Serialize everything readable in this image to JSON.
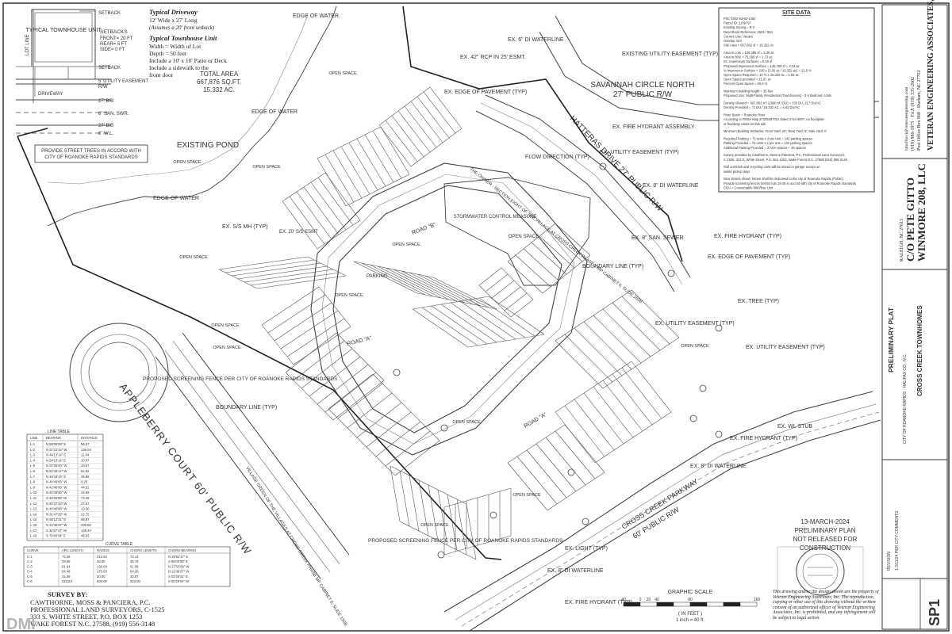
{
  "typical_unit": {
    "title": "TYPICAL TOWNHOUSE UNIT",
    "lot_line": "LOT LINE",
    "setback": "SETBACK",
    "setbacks_title": "SETBACKS",
    "front": "FRONT= 20 FT",
    "rear": "REAR= 5 FT",
    "side": "SIDE= 0 FT",
    "driveway": "DRIVEWAY",
    "rw": "R/W",
    "utility_easement": "5' UTILITY EASEMENT",
    "bb1": "27' B/B",
    "san_swr": "8\" SAN. SWR.",
    "bb2": "27' B/B",
    "wl": "6\" W.L."
  },
  "notes": {
    "driveway_title": "Typical Driveway",
    "driveway_1": "12' Wide x 27' Long",
    "driveway_2": "(Assumes a 20' front setback)",
    "unit_title": "Typical Townhouse Unit",
    "unit_1": "Width = Width of Lot",
    "unit_2": "Depth = 50 feet",
    "unit_3": "Include a 10' x 10' Patio or Deck",
    "unit_4": "Include a sidewalk to the",
    "unit_5": "front door",
    "trees_1": "PROVIDE STREET TREES IN ACCORD WITH",
    "trees_2": "CITY OF ROANOKE RAPIDS STANDARDS"
  },
  "area": {
    "label": "TOTAL AREA",
    "sqft": "667,876 SQ.FT.",
    "ac": "15.332 AC."
  },
  "labels": {
    "existing_pond": "EXISTING POND",
    "edge_water_1": "EDGE OF WATER",
    "edge_water_2": "EDGE OF WATER",
    "edge_water_3": "EDGE OF WATER",
    "savannah_1": "SAVANNAH CIRCLE NORTH",
    "savannah_2": "27' PUBLIC R/W",
    "hatteras": "HATTERAS DRIVE 27' PUBLIC R/W",
    "appleberry": "APPLEBERRY COURT 60' PUBLIC R/W",
    "cross_creek_1": "CROSS CREEK PARKWAY",
    "cross_creek_2": "60' PUBLIC R/W",
    "ex_di_top": "EX. 6\" DI WATERLINE",
    "ex_rcp": "EX. 42\" RCP IN 25' ESMT.",
    "ex_edge_pav": "EX. EDGE OF PAVEMENT (TYP)",
    "ex_fire_1": "EX. FIRE HYDRANT ASSEMBLY",
    "ex_util_1": "EXISTING UTILITY EASEMENT (TYP)",
    "ex_util_2": "EX. UTILITY EASEMENT (TYP)",
    "ex_di_8a": "EX. 8\" DI WATERLINE",
    "flow": "FLOW DIRECTION (TYP)",
    "stormwater": "STORMWATER CONTROL MEASURE",
    "ex_ssmh": "EX. S/S MH (TYP)",
    "ex_ss_esmt": "EX. 20' S/S ESMT",
    "ex_san": "EX. 8\" SAN. SEWER",
    "ex_fire_2": "EX. FIRE HYDRANT (TYP)",
    "ex_edge_pav2": "EX. EDGE OF PAVEMENT (TYP)",
    "ex_tree": "EX. TREE (TYP)",
    "ex_util_3": "EX. UTILITY EASEMENT (TYP)",
    "ex_util_4": "EX. UTILITY EASEMENT (TYP)",
    "boundary_1": "BOUNDARY LINE (TYP)",
    "boundary_2": "BOUNDARY LINE (TYP)",
    "screen_1": "PROPOSED SCREENING FENCE PER CITY OF ROANOKE RAPIDS STANDARDS",
    "screen_2": "PROPOSED SCREENING FENCE PER CITY OF ROANOKE RAPIDS STANDARDS",
    "ex_wl": "EX. WL STUB",
    "ex_fire_3": "EX. FIRE HYDRANT (TYP)",
    "ex_di_8b": "EX. 8\" DI WATERLINE",
    "ex_light": "EX. LIGHT (TYP)",
    "ex_di_8c": "EX. 8\" DI WATERLINE",
    "ex_fire_4": "EX. FIRE HYDRANT (TYP)",
    "village_green": "VILLAGE GREEN OF THE VILLAGES AT CROSS CREEK PHASE MP CABINET 6, SLIDE 150B",
    "section_eight": "THE OWNER - SECTION EIGHT OF THE VILLAGE AT CROSS CREEK PHASE 1 MP CABINET 6, SLIDE 165B",
    "road_a": "ROAD \"A\"",
    "road_b": "ROAD \"B\"",
    "open_space": "OPEN SPACE",
    "parking": "PARKING"
  },
  "site_data": {
    "title": "SITE DATA",
    "lines": [
      "PIN: 0303-53-63-1482",
      "Parcel ID: 1109797",
      "Existing Zoning = R-2",
      "Deed Book Reference: 2943 / 554",
      "Current Use: Vacant",
      "Overlay: N/A",
      "Site Area = 667,862 sf = 15.332 Ac",
      "Area in Lots = 145,395 sf = 3.35 ac",
      "Area in R/W = 75,395 sf = 1.73 ac",
      "Ex. Impervious Surfaces = 0.00 sf",
      "Proposed Impervious Surface = 145,780 sf = 3.34 ac",
      "% Impervious Surface = 100 x (3.35 ac / 15.332 ac) = 21.8 %",
      "Open Space Required = 10 % x 15.332 ac = 1.53 ac",
      "Open Space provided = 15.67 ac",
      "Percent Open Space = 66.6 %",
      "Maximum building height = 35 feet",
      "Proposed Use: Multi-Family Residential (Townhouses) - 3-4 Bedroom Units",
      "Density Allowed = 667,862 sf / (2000 sf / DU) = 333 DU, 217 DU/AC",
      "Density Provided = 71 DU / 15.332 AC = 4.63 DU/AC",
      "River Basin = Roanoke River",
      "According to FEMA Map 3720539700J dated 3-Jul-2007, no floodplain",
      "or floodway exists on this site",
      "Minimum Building Setbacks: Front Yard: 20'; Rear Yard: 5'; Side Yard: 0'",
      "Required Parking = 71 units x 2 per unit = 142 parking spaces",
      "Parking Provided = 71 units x 2 per unit = 142 parking spaces",
      "Additional Parking Provided = 2 ADA spaces + 25 spaces",
      "Survey provided by Cawthorne, Moss & Panciera, P.C. Professional Land Surveyors,",
      "C-1525, 333 S. White Street, P.O. Box 1253, Wake Forest N.C. 27588 (919) 556-3148",
      "Roll out trash and recycling carts will be stored in garage except on",
      "waste pickup days",
      "New streets shown herein shall be dedicated to the city of Roanoke Rapids (Public)",
      "Provide screening fences behind lots 15-26 in accord with city of Roanoke Rapids standards",
      "CDU = Consumable Mid Rise Unit"
    ]
  },
  "line_table": {
    "title": "LINE TABLE",
    "headers": [
      "LINE",
      "BEARING",
      "DISTANCE"
    ],
    "rows": [
      [
        "L-1",
        "N 58'05'08\" E",
        "56.57"
      ],
      [
        "L-2",
        "N 37'22'34\" W",
        "136.04"
      ],
      [
        "L-3",
        "N 44'13'14\" E",
        "11.84"
      ],
      [
        "L-4",
        "N 54'13'14\" E",
        "10.07"
      ],
      [
        "L-5",
        "N 37'05'00\" W",
        "19.67"
      ],
      [
        "L-6",
        "N 52'45'14\" W",
        "81.52"
      ],
      [
        "L-7",
        "N 40'43'14\" E",
        "35.86"
      ],
      [
        "L-8",
        "N 40'49'06\" W",
        "8.25"
      ],
      [
        "L-9",
        "N 42'46'06\" W",
        "44.52"
      ],
      [
        "L-10",
        "N 40'49'06\" W",
        "44.66"
      ],
      [
        "L-11",
        "S 40'46'06\" W",
        "73.46"
      ],
      [
        "L-12",
        "N 40'37'43\" W",
        "27.57"
      ],
      [
        "L-13",
        "N 40'46'06\" W",
        "13.50"
      ],
      [
        "L-14",
        "N 31'47'29\" W",
        "22.75"
      ],
      [
        "L-15",
        "N 58'12'31\" E",
        "98.87"
      ],
      [
        "L-16",
        "N 42'45'37\" W",
        "200.56"
      ],
      [
        "L-17",
        "S 32'47'47\" W",
        "128.40"
      ],
      [
        "L-18",
        "S 79'49'34\" E",
        "46.63"
      ]
    ]
  },
  "curve_table": {
    "title": "CURVE TABLE",
    "headers": [
      "CURVE",
      "ARC LENGTH",
      "RADIUS",
      "CHORD LENGTH",
      "CHORD BEARING"
    ],
    "rows": [
      [
        "C-1",
        "72.28",
        "313.50",
        "72.13",
        "N 29'52'17\" E"
      ],
      [
        "C-2",
        "39.66",
        "25.00",
        "35.78",
        "S 86'00'05\" E"
      ],
      [
        "C-3",
        "61.64",
        "130.00",
        "61.06",
        "N 27'53'09\" W"
      ],
      [
        "C-4",
        "54.48",
        "170.00",
        "54.26",
        "N 22'46'07\" W"
      ],
      [
        "C-5",
        "31.49",
        "30.00",
        "30.07",
        "S 02'46'31\" E"
      ],
      [
        "C-6",
        "223.63",
        "830.00",
        "223.00",
        "S 50'29'04\" W"
      ]
    ]
  },
  "surveyor": {
    "title": "SURVEY BY:",
    "line1": "CAWTHORNE, MOSS & PANCIERA, P.C.",
    "line2": "PROFESSIONAL LAND SURVEYORS, C-1525",
    "line3": "333 S. WHITE STREET, P.O. BOX 1253",
    "line4": "WAKE FOREST N.C. 27588, (919) 556-3148"
  },
  "stamp": {
    "date": "13-MARCH-2024",
    "line1": "PRELIMINARY PLAN",
    "line2": "NOT RELEASED FOR",
    "line3": "CONSTRUCTION"
  },
  "scale": {
    "title": "GRAPHIC SCALE",
    "unit": "( IN FEET )",
    "ratio": "1 inch = 40 ft.",
    "ticks": [
      "40",
      "0",
      "20",
      "40",
      "80",
      "160"
    ]
  },
  "disclaimer": "This drawing and/or the design shown are the property of Veteran Engineering Associates, Inc. The reproduction, copying or other use of this drawing without the written consent of an authorized officer of Veteran Engineering Associates, Inc. is prohibited, and any infringement will be subject to legal action.",
  "title_block": {
    "firm": "VETERAN ENGINEERING ASSOCIATES, INC.",
    "firm_addr": "Post Office Box 868 · Durham, NC 27702",
    "firm_phone": "(919) 886-1975 · FAX (919) 335-2602",
    "firm_email": "bmaffucci@veteranengineering.com",
    "client": "WINMORE 208, LLC",
    "client2": "C/O PETE GITTO",
    "client_addr": "RALEIGH, NC 27615",
    "sheet_title": "PRELIMINARY PLAT",
    "project": "CROSS CREEK TOWNHOMES",
    "location": "CITY OF ROANOKE RAPIDS · HALIFAX CO., N.C.",
    "sheet_no": "SP1",
    "revision_hdr": "REVISION",
    "rev_row": "1   3/11/24   PER CITY COMMENTS"
  },
  "watermark": "DMI"
}
